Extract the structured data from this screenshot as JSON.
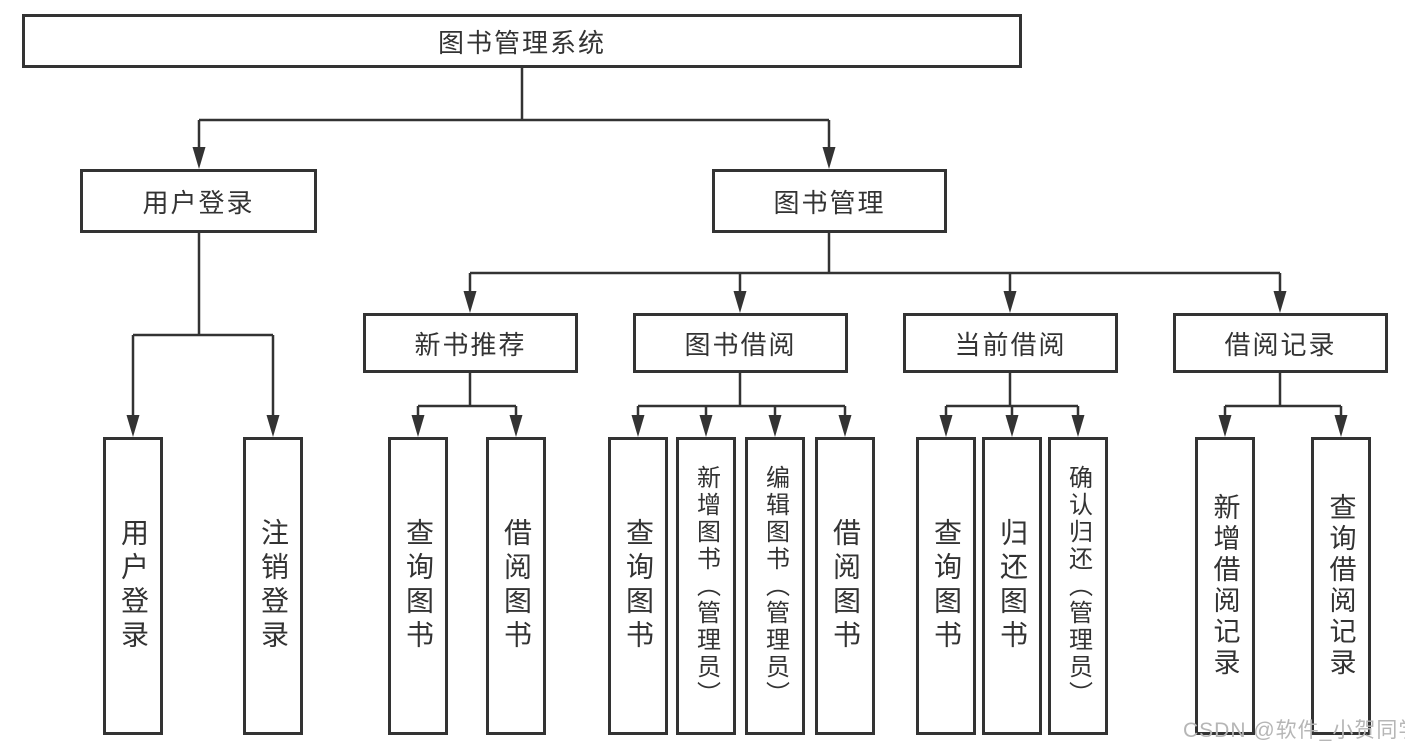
{
  "diagram": {
    "tree": {
      "label": "图书管理系统",
      "children": [
        {
          "label": "用户登录",
          "children": [
            {
              "label": "用户登录"
            },
            {
              "label": "注销登录"
            }
          ]
        },
        {
          "label": "图书管理",
          "children": [
            {
              "label": "新书推荐",
              "children": [
                {
                  "label": "查询图书"
                },
                {
                  "label": "借阅图书"
                }
              ]
            },
            {
              "label": "图书借阅",
              "children": [
                {
                  "label": "查询图书"
                },
                {
                  "label": "新增图书（管理员）"
                },
                {
                  "label": "编辑图书（管理员）"
                },
                {
                  "label": "借阅图书"
                }
              ]
            },
            {
              "label": "当前借阅",
              "children": [
                {
                  "label": "查询图书"
                },
                {
                  "label": "归还图书"
                },
                {
                  "label": "确认归还（管理员）"
                }
              ]
            },
            {
              "label": "借阅记录",
              "children": [
                {
                  "label": "新增借阅记录"
                },
                {
                  "label": "查询借阅记录"
                }
              ]
            }
          ]
        }
      ]
    },
    "watermark": "CSDN @软件_小贺同学",
    "colors": {
      "line": "#333333",
      "text": "#333333",
      "box_background": "#ffffff",
      "page_background": "#ffffff",
      "watermark": "#b6b6b6"
    }
  }
}
